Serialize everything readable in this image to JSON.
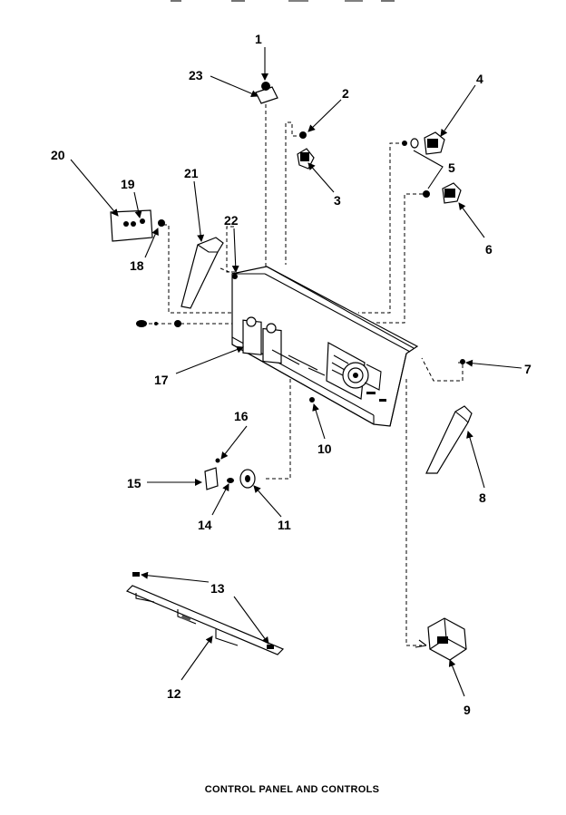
{
  "title": "CONTROL PANEL AND CONTROLS",
  "callouts": [
    "1",
    "2",
    "3",
    "4",
    "5",
    "6",
    "7",
    "8",
    "9",
    "10",
    "11",
    "12",
    "13",
    "14",
    "15",
    "16",
    "17",
    "18",
    "19",
    "20",
    "21",
    "22",
    "23"
  ]
}
